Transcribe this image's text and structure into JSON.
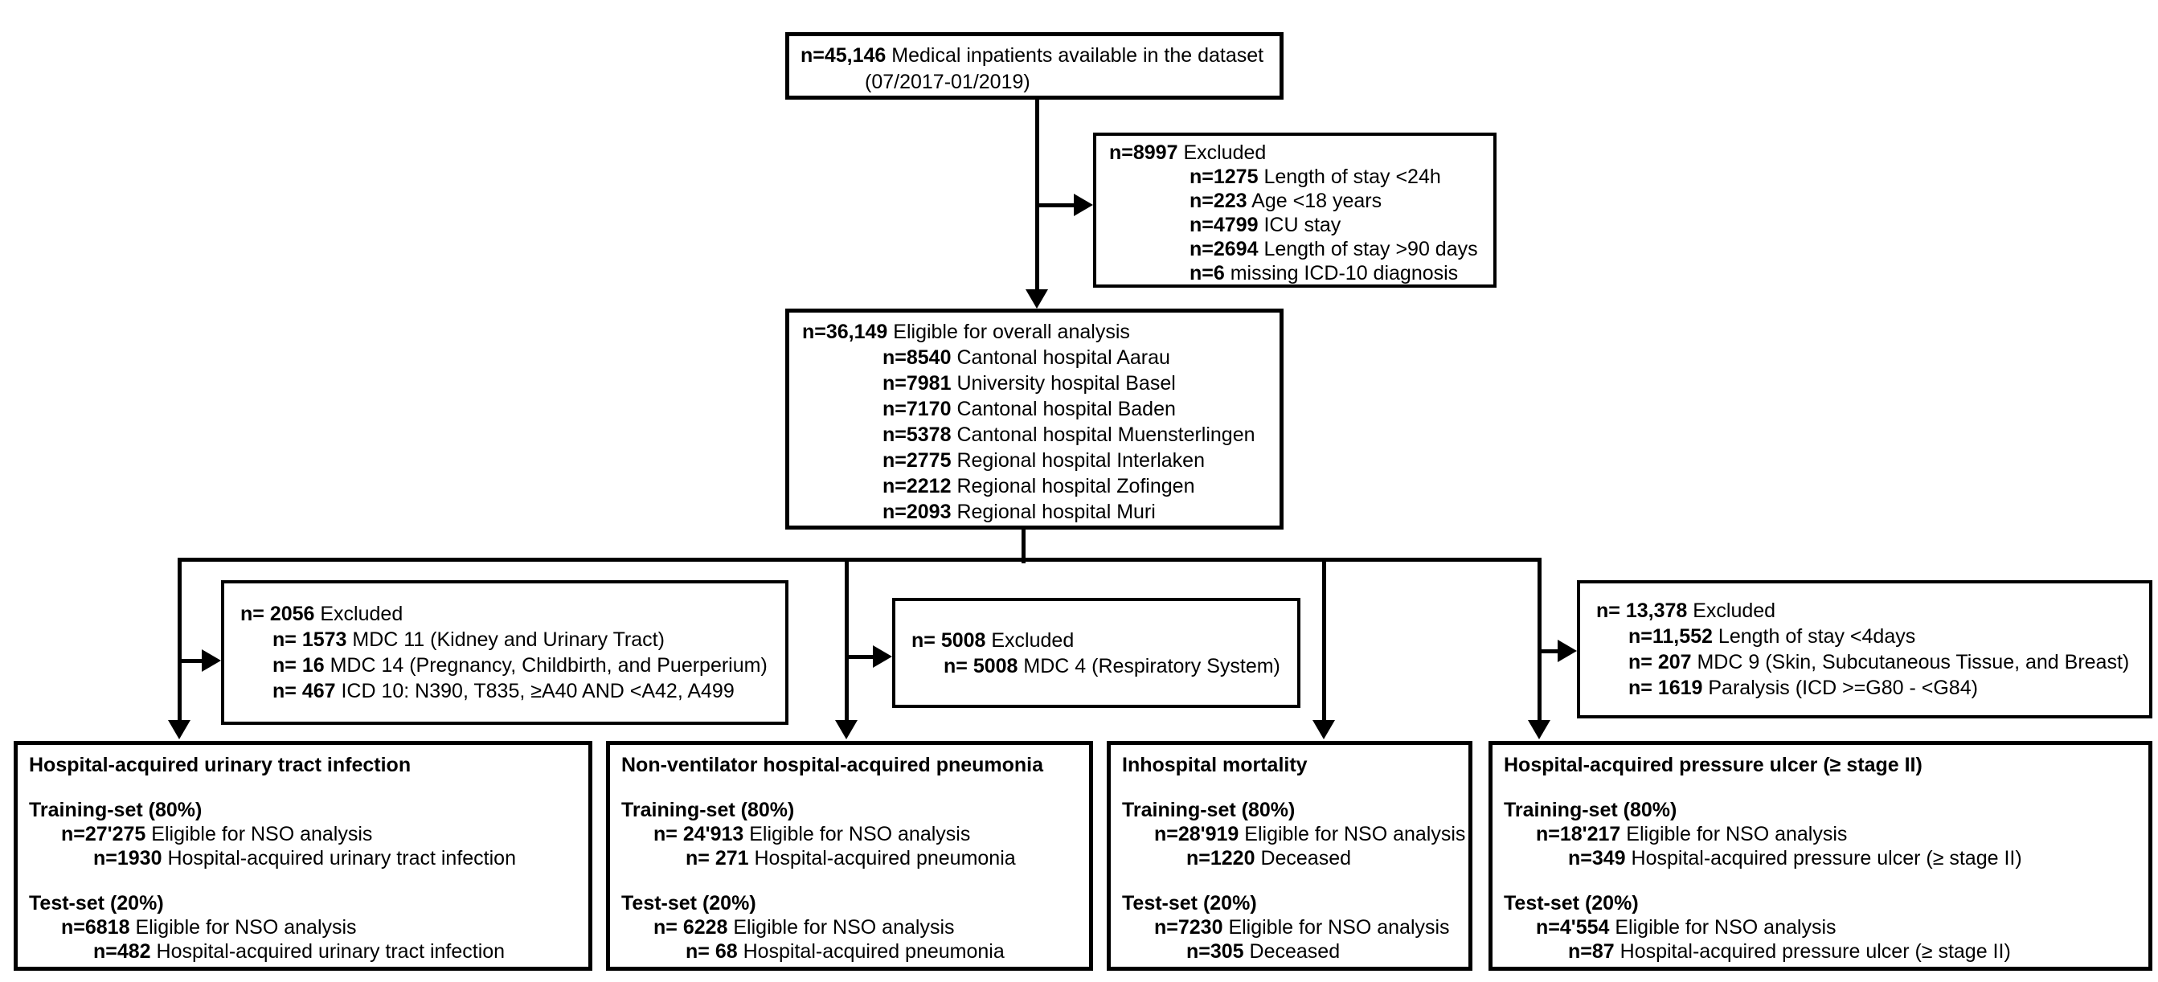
{
  "figure": {
    "background": "#ffffff",
    "line_color": "#000000",
    "text_color": "#000000"
  },
  "flow": {
    "top": {
      "lines": [
        {
          "b": "n=45,146",
          "t": " Medical inpatients available in the dataset",
          "i": 0
        },
        {
          "b": "",
          "t": "(07/2017-01/2019)",
          "i": 2
        }
      ]
    },
    "excluded_overall": {
      "lines": [
        {
          "b": "n=8997",
          "t": " Excluded",
          "i": 0
        },
        {
          "b": "n=1275",
          "t": " Length of stay <24h",
          "i": 3
        },
        {
          "b": "n=223",
          "t": " Age <18 years",
          "i": 3
        },
        {
          "b": "n=4799",
          "t": " ICU stay",
          "i": 3
        },
        {
          "b": "n=2694",
          "t": " Length of stay >90 days",
          "i": 3
        },
        {
          "b": "n=6",
          "t": " missing ICD-10 diagnosis",
          "i": 3
        }
      ]
    },
    "eligible": {
      "lines": [
        {
          "b": "n=36,149",
          "t": " Eligible for overall analysis",
          "i": 0
        },
        {
          "b": "n=8540",
          "t": " Cantonal hospital Aarau",
          "i": 3
        },
        {
          "b": "n=7981",
          "t": " University hospital Basel",
          "i": 3
        },
        {
          "b": "n=7170",
          "t": " Cantonal hospital Baden",
          "i": 3
        },
        {
          "b": "n=5378",
          "t": " Cantonal hospital Muensterlingen",
          "i": 3
        },
        {
          "b": "n=2775",
          "t": " Regional hospital Interlaken",
          "i": 3
        },
        {
          "b": "n=2212",
          "t": " Regional hospital Zofingen",
          "i": 3
        },
        {
          "b": "n=2093",
          "t": " Regional hospital Muri",
          "i": 3
        }
      ]
    },
    "excluded_uti": {
      "lines": [
        {
          "b": "n= 2056",
          "t": " Excluded",
          "i": 0
        },
        {
          "b": "n= 1573",
          "t": " MDC 11 (Kidney and Urinary Tract)",
          "i": 1
        },
        {
          "b": "n= 16",
          "t": " MDC 14 (Pregnancy, Childbirth, and Puerperium)",
          "i": 1
        },
        {
          "b": "n= 467",
          "t": " ICD 10: N390, T835, ≥A40 AND <A42, A499",
          "i": 1
        }
      ]
    },
    "excluded_pneumonia": {
      "lines": [
        {
          "b": "n= 5008",
          "t": " Excluded",
          "i": 0
        },
        {
          "b": "n= 5008",
          "t": " MDC 4 (Respiratory System)",
          "i": 1
        }
      ]
    },
    "excluded_ulcer": {
      "lines": [
        {
          "b": "n= 13,378",
          "t": " Excluded",
          "i": 0
        },
        {
          "b": "n=11,552",
          "t": " Length of stay <4days",
          "i": 1
        },
        {
          "b": "n= 207",
          "t": " MDC 9 (Skin, Subcutaneous Tissue, and Breast)",
          "i": 1
        },
        {
          "b": "n= 1619",
          "t": " Paralysis (ICD >=G80 - <G84)",
          "i": 1
        }
      ]
    }
  },
  "outcomes": [
    {
      "title": "Hospital-acquired urinary tract infection",
      "training_label": "Training-set (80%)",
      "training_lines": [
        {
          "b": "n=27'275",
          "t": " Eligible for NSO analysis",
          "i": 1
        },
        {
          "b": "n=1930",
          "t": " Hospital-acquired urinary tract infection",
          "i": 2
        }
      ],
      "test_label": "Test-set (20%)",
      "test_lines": [
        {
          "b": "n=6818",
          "t": " Eligible for NSO analysis",
          "i": 1
        },
        {
          "b": "n=482",
          "t": " Hospital-acquired urinary tract infection",
          "i": 2
        }
      ]
    },
    {
      "title": "Non-ventilator hospital-acquired pneumonia",
      "training_label": "Training-set (80%)",
      "training_lines": [
        {
          "b": "n= 24'913",
          "t": " Eligible for NSO analysis",
          "i": 1
        },
        {
          "b": "n= 271",
          "t": " Hospital-acquired pneumonia",
          "i": 2
        }
      ],
      "test_label": "Test-set (20%)",
      "test_lines": [
        {
          "b": "n= 6228",
          "t": " Eligible for NSO analysis",
          "i": 1
        },
        {
          "b": "n= 68",
          "t": " Hospital-acquired pneumonia",
          "i": 2
        }
      ]
    },
    {
      "title": "Inhospital mortality",
      "training_label": "Training-set (80%)",
      "training_lines": [
        {
          "b": "n=28'919",
          "t": " Eligible for NSO analysis",
          "i": 1
        },
        {
          "b": "n=1220",
          "t": " Deceased",
          "i": 2
        }
      ],
      "test_label": "Test-set (20%)",
      "test_lines": [
        {
          "b": "n=7230",
          "t": " Eligible for NSO analysis",
          "i": 1
        },
        {
          "b": "n=305",
          "t": " Deceased",
          "i": 2
        }
      ]
    },
    {
      "title": "Hospital-acquired pressure ulcer (≥ stage II)",
      "training_label": "Training-set (80%)",
      "training_lines": [
        {
          "b": "n=18'217",
          "t": " Eligible for NSO analysis",
          "i": 1
        },
        {
          "b": "n=349",
          "t": " Hospital-acquired pressure ulcer (≥ stage II)",
          "i": 2
        }
      ],
      "test_label": "Test-set (20%)",
      "test_lines": [
        {
          "b": "n=4'554",
          "t": " Eligible for NSO analysis",
          "i": 1
        },
        {
          "b": "n=87",
          "t": " Hospital-acquired pressure ulcer (≥ stage II)",
          "i": 2
        }
      ]
    }
  ]
}
